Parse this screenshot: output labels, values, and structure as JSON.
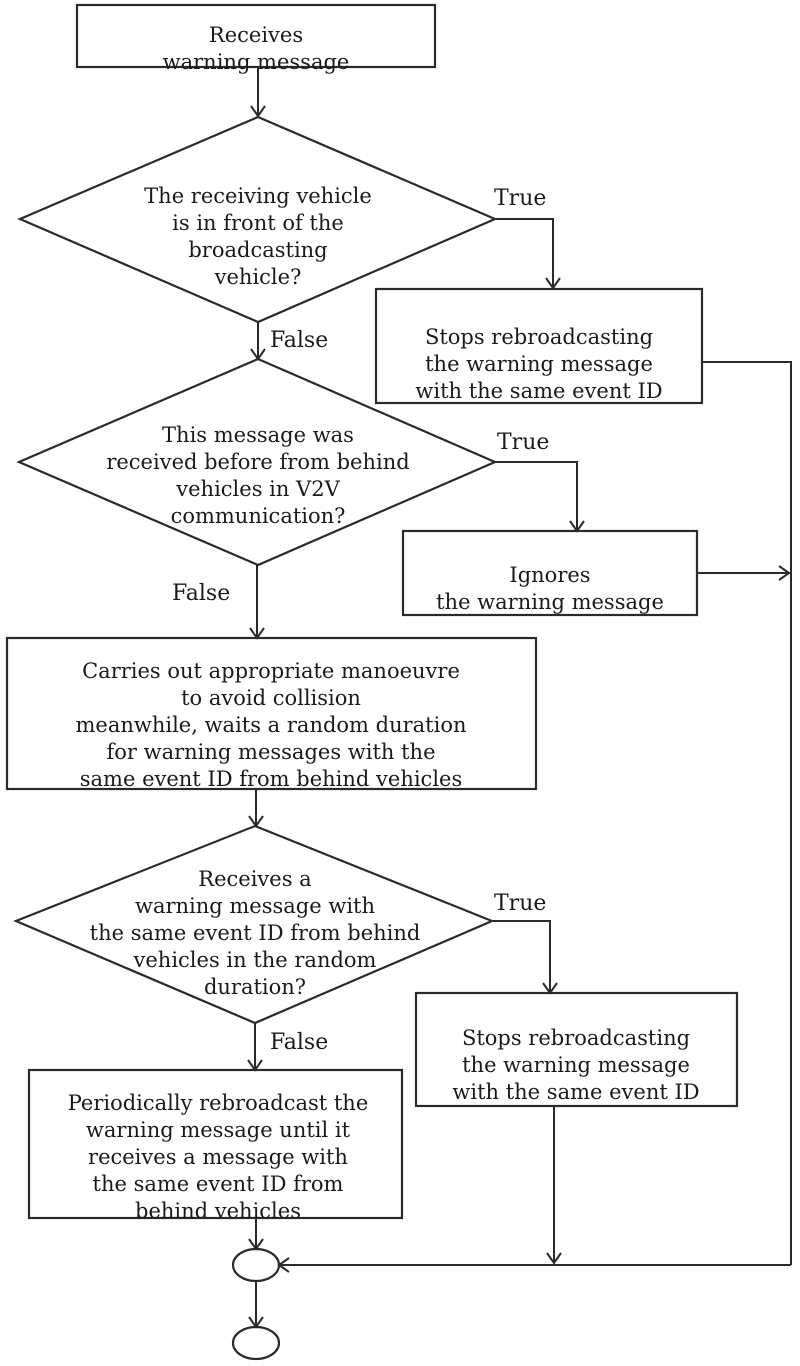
{
  "nodes": {
    "receive": {
      "lines": [
        "Receives",
        "warning message"
      ]
    },
    "decision_front": {
      "lines": [
        "The receiving vehicle",
        "is in front of the",
        "broadcasting",
        "vehicle?"
      ]
    },
    "stop_rebroadcast_1": {
      "lines": [
        "Stops rebroadcasting",
        "the warning message",
        "with the same event ID"
      ]
    },
    "decision_received_before": {
      "lines": [
        "This message was",
        "received before from behind",
        "vehicles in V2V",
        "communication?"
      ]
    },
    "ignore": {
      "lines": [
        "Ignores",
        "the warning message"
      ]
    },
    "manoeuvre": {
      "lines": [
        "Carries out appropriate manoeuvre",
        "to avoid collision",
        "meanwhile, waits a random duration",
        "for warning messages with the",
        "same event ID from behind vehicles"
      ]
    },
    "decision_same_event": {
      "lines": [
        "Receives a",
        "warning message with",
        "the same event ID from behind",
        "vehicles in the random",
        "duration?"
      ]
    },
    "stop_rebroadcast_2": {
      "lines": [
        "Stops rebroadcasting",
        "the warning message",
        "with the same event ID"
      ]
    },
    "periodic_rebroadcast": {
      "lines": [
        "Periodically rebroadcast the",
        "warning message until it",
        "receives a message with",
        "the same event ID from",
        "behind vehicles"
      ]
    }
  },
  "edge_labels": {
    "d1_true": "True",
    "d1_false": "False",
    "d2_true": "True",
    "d2_false": "False",
    "d3_true": "True",
    "d3_false": "False"
  }
}
